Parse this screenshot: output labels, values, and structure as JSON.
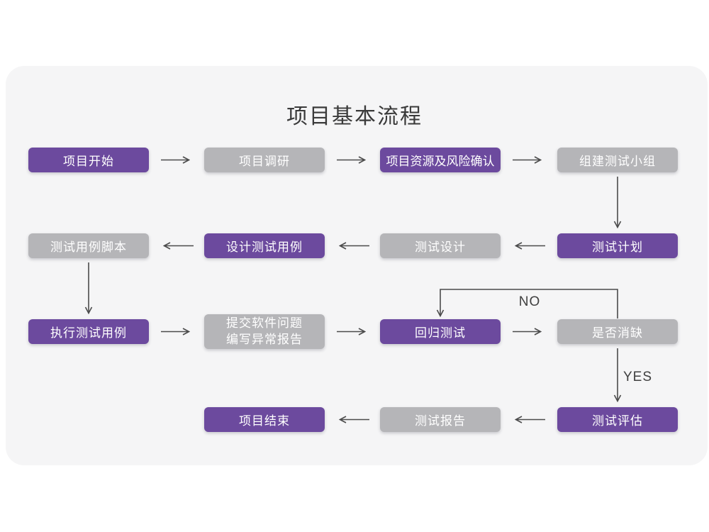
{
  "title": "项目基本流程",
  "colors": {
    "node_purple": "#6c4a9e",
    "node_gray": "#b5b5b8",
    "node_text": "#ffffff",
    "arrow": "#4b4b4b",
    "card_background": "#f5f5f6",
    "page_background": "#ffffff",
    "title_text": "#3a3a3a"
  },
  "nodes": [
    {
      "id": "project-start",
      "label": "项目开始",
      "variant": "purple"
    },
    {
      "id": "project-research",
      "label": "项目调研",
      "variant": "gray"
    },
    {
      "id": "project-resources-risk",
      "label": "项目资源及风险确认",
      "variant": "purple"
    },
    {
      "id": "form-test-team",
      "label": "组建测试小组",
      "variant": "gray"
    },
    {
      "id": "test-case-scripts",
      "label": "测试用例脚本",
      "variant": "gray"
    },
    {
      "id": "design-test-cases",
      "label": "设计测试用例",
      "variant": "purple"
    },
    {
      "id": "test-design",
      "label": "测试设计",
      "variant": "gray"
    },
    {
      "id": "test-plan",
      "label": "测试计划",
      "variant": "purple"
    },
    {
      "id": "execute-test-cases",
      "label": "执行测试用例",
      "variant": "purple"
    },
    {
      "id": "submit-issues",
      "label": "提交软件问题",
      "label2": "编写异常报告",
      "variant": "gray"
    },
    {
      "id": "regression-test",
      "label": "回归测试",
      "variant": "purple"
    },
    {
      "id": "defect-cleared",
      "label": "是否消缺",
      "variant": "gray"
    },
    {
      "id": "project-end",
      "label": "项目结束",
      "variant": "purple"
    },
    {
      "id": "test-report",
      "label": "测试报告",
      "variant": "gray"
    },
    {
      "id": "test-evaluation",
      "label": "测试评估",
      "variant": "purple"
    }
  ],
  "edge_labels": {
    "no": "NO",
    "yes": "YES"
  }
}
